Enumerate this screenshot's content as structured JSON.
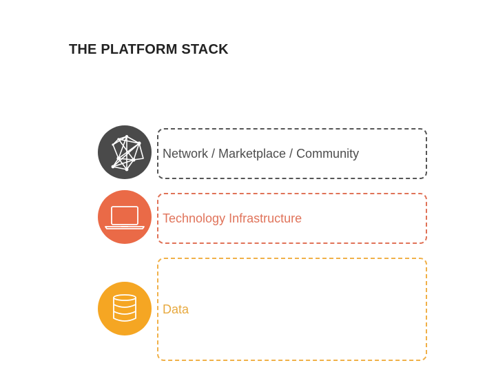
{
  "title": "THE PLATFORM STACK",
  "layers": [
    {
      "label": "Network / Marketplace / Community",
      "icon": "network-graph-icon",
      "color": "#4a4a4a",
      "text_color": "#4d4d4d"
    },
    {
      "label": "Technology Infrastructure",
      "icon": "laptop-icon",
      "color": "#ea6a47",
      "text_color": "#e0735a"
    },
    {
      "label": "Data",
      "icon": "database-icon",
      "color": "#f5a623",
      "text_color": "#e7a93f"
    }
  ]
}
